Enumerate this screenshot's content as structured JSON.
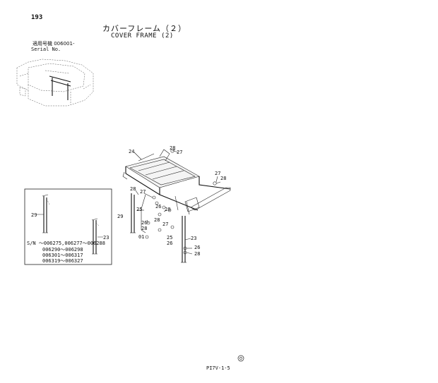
{
  "header": {
    "page_number": "193",
    "title_jp": "カバーフレーム（２）",
    "title_en": "COVER FRAME (2)",
    "serial_label_jp": "適用号機  006001-",
    "serial_label_en": "Serial No."
  },
  "parts": {
    "p24": "24",
    "p28a": "28",
    "p27a": "27",
    "p27b": "27",
    "p28b": "28",
    "p28c": "28",
    "p27c": "27",
    "p29": "29",
    "p25": "25",
    "p26a": "26",
    "p28d": "28",
    "p28e": "28",
    "p26b": "26",
    "p27d": "27",
    "p28f": "28",
    "p01": "01",
    "p25b": "25",
    "p26c": "26",
    "p23": "23",
    "p26d": "26",
    "p28g": "28"
  },
  "inset": {
    "label_29": "29",
    "label_23": "23",
    "sn_lines": [
      "S/N  ～006275,006277～006288",
      "006290～006298",
      "006301～006317",
      "006319～006327"
    ]
  },
  "footer": {
    "code": "PI7V-1-5"
  }
}
